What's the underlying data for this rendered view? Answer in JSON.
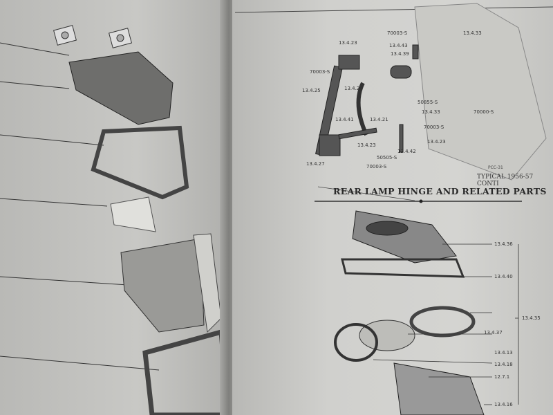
{
  "figure_code": "PCC-31",
  "caption": "TYPICAL 1956-57 CONTI",
  "section_title": "REAR LAMP HINGE AND RELATED PARTS",
  "upper_labels": [
    "70003-S",
    "13.4.33",
    "13.4.23",
    "13.4.43",
    "13.4.39",
    "70003-S",
    "13.4.25",
    "13.4.24",
    "50855-S",
    "13.4.33",
    "70000-S",
    "13.4.41",
    "13.4.21",
    "70003-S",
    "13.4.23",
    "13.4.23",
    "13.4.42",
    "50505-S",
    "13.4.27",
    "70003-S"
  ],
  "lower_labels": [
    "13.4.36",
    "13.4.40",
    "13.4.35",
    "13.4.37",
    "13.4.13",
    "13.4.18",
    "12.7.1",
    "13.4.16"
  ]
}
